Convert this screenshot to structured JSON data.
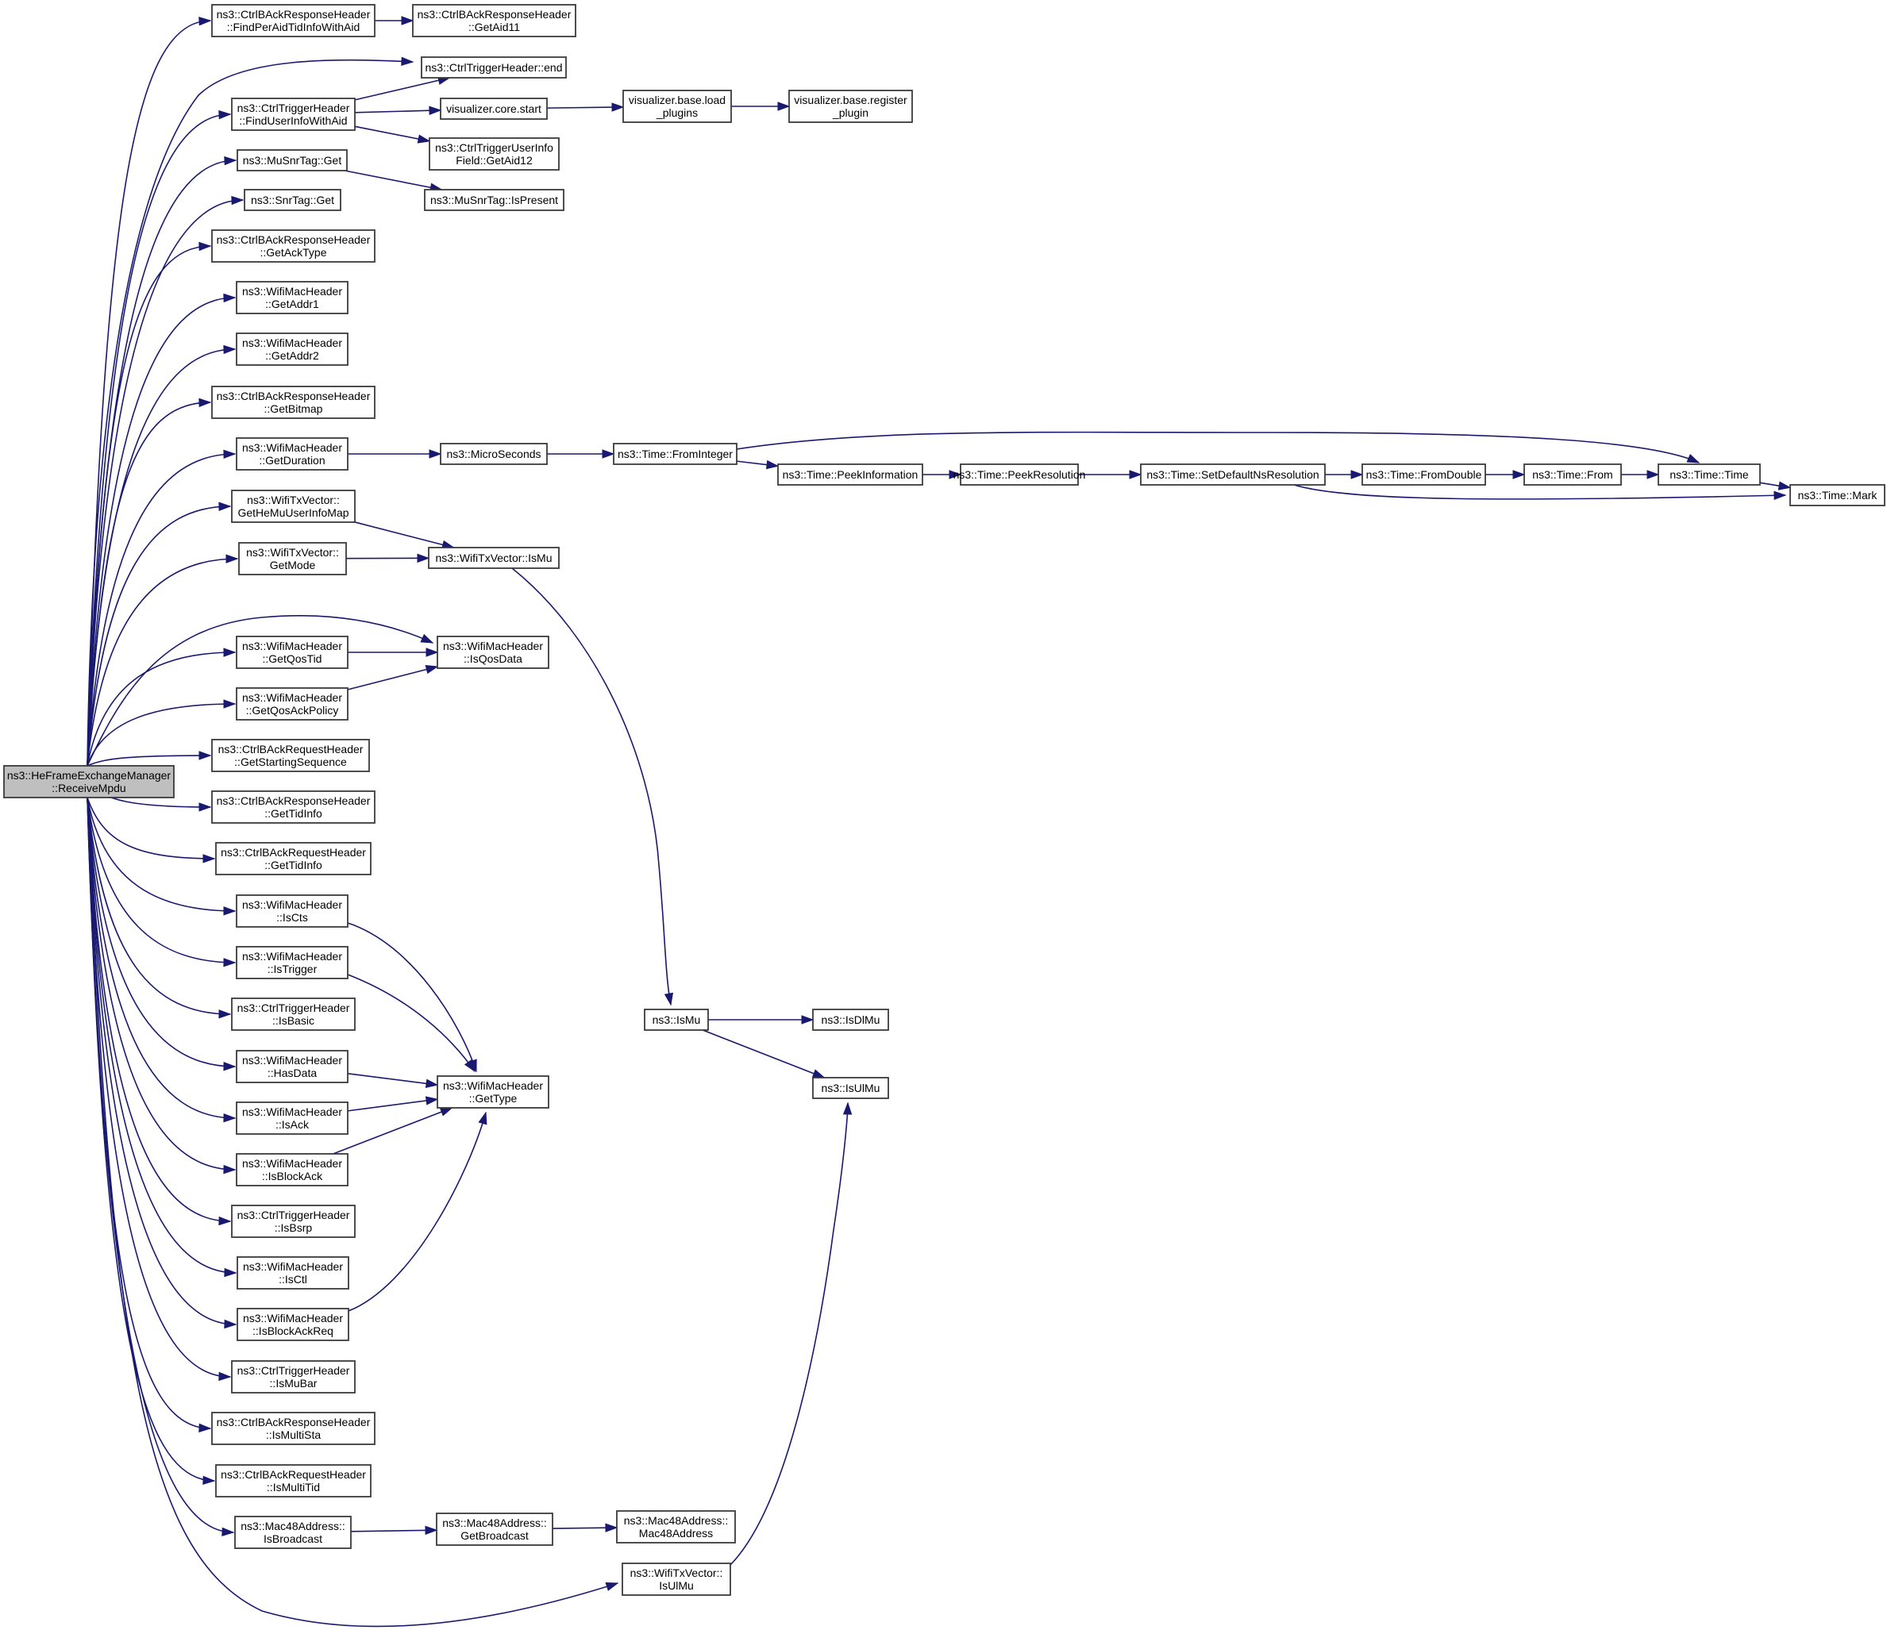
{
  "graph": {
    "title": "Call graph of ns3::HeFrameExchangeManager::ReceiveMpdu",
    "edge_color": "#191970",
    "root_fill": "#bfbfbf",
    "nodes": [
      {
        "id": "root",
        "lines": [
          "ns3::HeFrameExchangeManager",
          "::ReceiveMpdu"
        ],
        "root": true
      },
      {
        "id": "findPerAid",
        "lines": [
          "ns3::CtrlBAckResponseHeader",
          "::FindPerAidTidInfoWithAid"
        ]
      },
      {
        "id": "getAid11",
        "lines": [
          "ns3::CtrlBAckResponseHeader",
          "::GetAid11"
        ]
      },
      {
        "id": "trigEnd",
        "lines": [
          "ns3::CtrlTriggerHeader::end"
        ]
      },
      {
        "id": "findUserInfo",
        "lines": [
          "ns3::CtrlTriggerHeader",
          "::FindUserInfoWithAid"
        ]
      },
      {
        "id": "vizStart",
        "lines": [
          "visualizer.core.start"
        ]
      },
      {
        "id": "vizLoad",
        "lines": [
          "visualizer.base.load",
          "_plugins"
        ]
      },
      {
        "id": "vizRegister",
        "lines": [
          "visualizer.base.register",
          "_plugin"
        ]
      },
      {
        "id": "getAid12",
        "lines": [
          "ns3::CtrlTriggerUserInfo",
          "Field::GetAid12"
        ]
      },
      {
        "id": "muSnrGet",
        "lines": [
          "ns3::MuSnrTag::Get"
        ]
      },
      {
        "id": "muSnrIsPresent",
        "lines": [
          "ns3::MuSnrTag::IsPresent"
        ]
      },
      {
        "id": "snrGet",
        "lines": [
          "ns3::SnrTag::Get"
        ]
      },
      {
        "id": "getAckType",
        "lines": [
          "ns3::CtrlBAckResponseHeader",
          "::GetAckType"
        ]
      },
      {
        "id": "getAddr1",
        "lines": [
          "ns3::WifiMacHeader",
          "::GetAddr1"
        ]
      },
      {
        "id": "getAddr2",
        "lines": [
          "ns3::WifiMacHeader",
          "::GetAddr2"
        ]
      },
      {
        "id": "getBitmap",
        "lines": [
          "ns3::CtrlBAckResponseHeader",
          "::GetBitmap"
        ]
      },
      {
        "id": "getDuration",
        "lines": [
          "ns3::WifiMacHeader",
          "::GetDuration"
        ]
      },
      {
        "id": "microSeconds",
        "lines": [
          "ns3::MicroSeconds"
        ]
      },
      {
        "id": "fromInteger",
        "lines": [
          "ns3::Time::FromInteger"
        ]
      },
      {
        "id": "peekInfo",
        "lines": [
          "ns3::Time::PeekInformation"
        ]
      },
      {
        "id": "peekRes",
        "lines": [
          "ns3::Time::PeekResolution"
        ]
      },
      {
        "id": "setDefNs",
        "lines": [
          "ns3::Time::SetDefaultNsResolution"
        ]
      },
      {
        "id": "fromDouble",
        "lines": [
          "ns3::Time::FromDouble"
        ]
      },
      {
        "id": "timeFrom",
        "lines": [
          "ns3::Time::From"
        ]
      },
      {
        "id": "timeTime",
        "lines": [
          "ns3::Time::Time"
        ]
      },
      {
        "id": "timeMark",
        "lines": [
          "ns3::Time::Mark"
        ]
      },
      {
        "id": "getHeMu",
        "lines": [
          "ns3::WifiTxVector::",
          "GetHeMuUserInfoMap"
        ]
      },
      {
        "id": "getMode",
        "lines": [
          "ns3::WifiTxVector::",
          "GetMode"
        ]
      },
      {
        "id": "txvIsMu",
        "lines": [
          "ns3::WifiTxVector::IsMu"
        ]
      },
      {
        "id": "getQosTid",
        "lines": [
          "ns3::WifiMacHeader",
          "::GetQosTid"
        ]
      },
      {
        "id": "isQosData",
        "lines": [
          "ns3::WifiMacHeader",
          "::IsQosData"
        ]
      },
      {
        "id": "getQosAck",
        "lines": [
          "ns3::WifiMacHeader",
          "::GetQosAckPolicy"
        ]
      },
      {
        "id": "getStartSeq",
        "lines": [
          "ns3::CtrlBAckRequestHeader",
          "::GetStartingSequence"
        ]
      },
      {
        "id": "respTidInfo",
        "lines": [
          "ns3::CtrlBAckResponseHeader",
          "::GetTidInfo"
        ]
      },
      {
        "id": "reqTidInfo",
        "lines": [
          "ns3::CtrlBAckRequestHeader",
          "::GetTidInfo"
        ]
      },
      {
        "id": "isCts",
        "lines": [
          "ns3::WifiMacHeader",
          "::IsCts"
        ]
      },
      {
        "id": "isTrigger",
        "lines": [
          "ns3::WifiMacHeader",
          "::IsTrigger"
        ]
      },
      {
        "id": "isBasic",
        "lines": [
          "ns3::CtrlTriggerHeader",
          "::IsBasic"
        ]
      },
      {
        "id": "hasData",
        "lines": [
          "ns3::WifiMacHeader",
          "::HasData"
        ]
      },
      {
        "id": "getType",
        "lines": [
          "ns3::WifiMacHeader",
          "::GetType"
        ]
      },
      {
        "id": "isAck",
        "lines": [
          "ns3::WifiMacHeader",
          "::IsAck"
        ]
      },
      {
        "id": "isBlockAck",
        "lines": [
          "ns3::WifiMacHeader",
          "::IsBlockAck"
        ]
      },
      {
        "id": "isBsrp",
        "lines": [
          "ns3::CtrlTriggerHeader",
          "::IsBsrp"
        ]
      },
      {
        "id": "isCtl",
        "lines": [
          "ns3::WifiMacHeader",
          "::IsCtl"
        ]
      },
      {
        "id": "isBlockAckReq",
        "lines": [
          "ns3::WifiMacHeader",
          "::IsBlockAckReq"
        ]
      },
      {
        "id": "isMuBar",
        "lines": [
          "ns3::CtrlTriggerHeader",
          "::IsMuBar"
        ]
      },
      {
        "id": "isMultiSta",
        "lines": [
          "ns3::CtrlBAckResponseHeader",
          "::IsMultiSta"
        ]
      },
      {
        "id": "isMultiTid",
        "lines": [
          "ns3::CtrlBAckRequestHeader",
          "::IsMultiTid"
        ]
      },
      {
        "id": "isBroadcast",
        "lines": [
          "ns3::Mac48Address::",
          "IsBroadcast"
        ]
      },
      {
        "id": "getBroadcast",
        "lines": [
          "ns3::Mac48Address::",
          "GetBroadcast"
        ]
      },
      {
        "id": "mac48",
        "lines": [
          "ns3::Mac48Address::",
          "Mac48Address"
        ]
      },
      {
        "id": "txvIsUlMu",
        "lines": [
          "ns3::WifiTxVector::",
          "IsUlMu"
        ]
      },
      {
        "id": "isMu",
        "lines": [
          "ns3::IsMu"
        ]
      },
      {
        "id": "isDlMu",
        "lines": [
          "ns3::IsDlMu"
        ]
      },
      {
        "id": "isUlMu",
        "lines": [
          "ns3::IsUlMu"
        ]
      }
    ],
    "edges": [
      [
        "root",
        "findPerAid"
      ],
      [
        "root",
        "trigEnd"
      ],
      [
        "root",
        "findUserInfo"
      ],
      [
        "root",
        "muSnrGet"
      ],
      [
        "root",
        "snrGet"
      ],
      [
        "root",
        "getAckType"
      ],
      [
        "root",
        "getAddr1"
      ],
      [
        "root",
        "getAddr2"
      ],
      [
        "root",
        "getBitmap"
      ],
      [
        "root",
        "getDuration"
      ],
      [
        "root",
        "getHeMu"
      ],
      [
        "root",
        "getMode"
      ],
      [
        "root",
        "isQosData"
      ],
      [
        "root",
        "getQosTid"
      ],
      [
        "root",
        "getQosAck"
      ],
      [
        "root",
        "getStartSeq"
      ],
      [
        "root",
        "respTidInfo"
      ],
      [
        "root",
        "reqTidInfo"
      ],
      [
        "root",
        "isCts"
      ],
      [
        "root",
        "isTrigger"
      ],
      [
        "root",
        "isBasic"
      ],
      [
        "root",
        "hasData"
      ],
      [
        "root",
        "isAck"
      ],
      [
        "root",
        "isBlockAck"
      ],
      [
        "root",
        "isBsrp"
      ],
      [
        "root",
        "isCtl"
      ],
      [
        "root",
        "isBlockAckReq"
      ],
      [
        "root",
        "isMuBar"
      ],
      [
        "root",
        "isMultiSta"
      ],
      [
        "root",
        "isMultiTid"
      ],
      [
        "root",
        "isBroadcast"
      ],
      [
        "root",
        "txvIsUlMu"
      ],
      [
        "findPerAid",
        "getAid11"
      ],
      [
        "findUserInfo",
        "trigEnd"
      ],
      [
        "findUserInfo",
        "vizStart"
      ],
      [
        "findUserInfo",
        "getAid12"
      ],
      [
        "vizStart",
        "vizLoad"
      ],
      [
        "vizLoad",
        "vizRegister"
      ],
      [
        "muSnrGet",
        "muSnrIsPresent"
      ],
      [
        "getDuration",
        "microSeconds"
      ],
      [
        "microSeconds",
        "fromInteger"
      ],
      [
        "fromInteger",
        "timeTime"
      ],
      [
        "fromInteger",
        "peekInfo"
      ],
      [
        "peekInfo",
        "peekRes"
      ],
      [
        "peekRes",
        "setDefNs"
      ],
      [
        "setDefNs",
        "fromDouble"
      ],
      [
        "setDefNs",
        "timeMark"
      ],
      [
        "fromDouble",
        "timeFrom"
      ],
      [
        "timeFrom",
        "timeTime"
      ],
      [
        "timeTime",
        "timeMark"
      ],
      [
        "getHeMu",
        "txvIsMu"
      ],
      [
        "getMode",
        "txvIsMu"
      ],
      [
        "txvIsMu",
        "isMu"
      ],
      [
        "getQosTid",
        "isQosData"
      ],
      [
        "getQosAck",
        "isQosData"
      ],
      [
        "isCts",
        "getType"
      ],
      [
        "isTrigger",
        "getType"
      ],
      [
        "hasData",
        "getType"
      ],
      [
        "isAck",
        "getType"
      ],
      [
        "isBlockAck",
        "getType"
      ],
      [
        "isBlockAckReq",
        "getType"
      ],
      [
        "isBroadcast",
        "getBroadcast"
      ],
      [
        "getBroadcast",
        "mac48"
      ],
      [
        "isMu",
        "isDlMu"
      ],
      [
        "isMu",
        "isUlMu"
      ],
      [
        "txvIsUlMu",
        "isUlMu"
      ]
    ]
  }
}
